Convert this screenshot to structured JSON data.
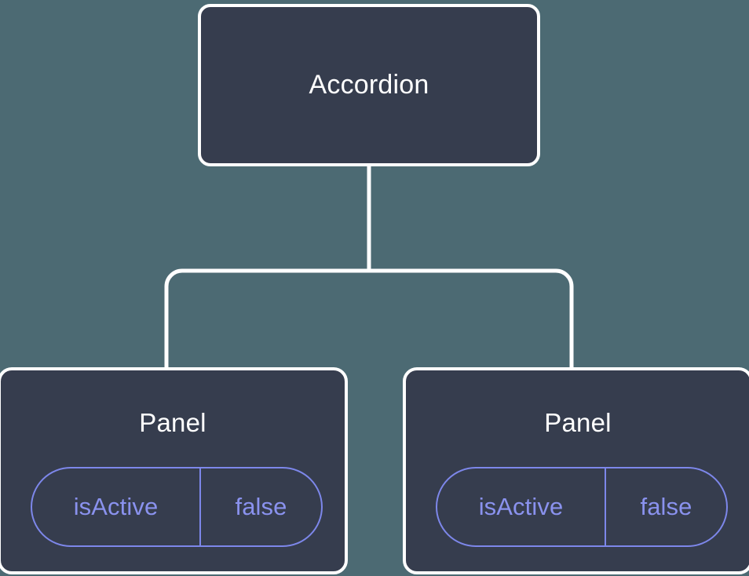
{
  "canvas": {
    "background_color": "#4c6a73",
    "node_fill_color": "#363d4e",
    "node_border_color": "#ffffff",
    "edge_color": "#ffffff",
    "accent_color": "#7d87ea",
    "accent_text_color": "#8a92ee",
    "title_color": "#ffffff"
  },
  "tree": {
    "root": {
      "label": "Accordion"
    },
    "children": [
      {
        "label": "Panel",
        "prop": {
          "key": "isActive",
          "value": "false"
        }
      },
      {
        "label": "Panel",
        "prop": {
          "key": "isActive",
          "value": "false"
        }
      }
    ]
  }
}
